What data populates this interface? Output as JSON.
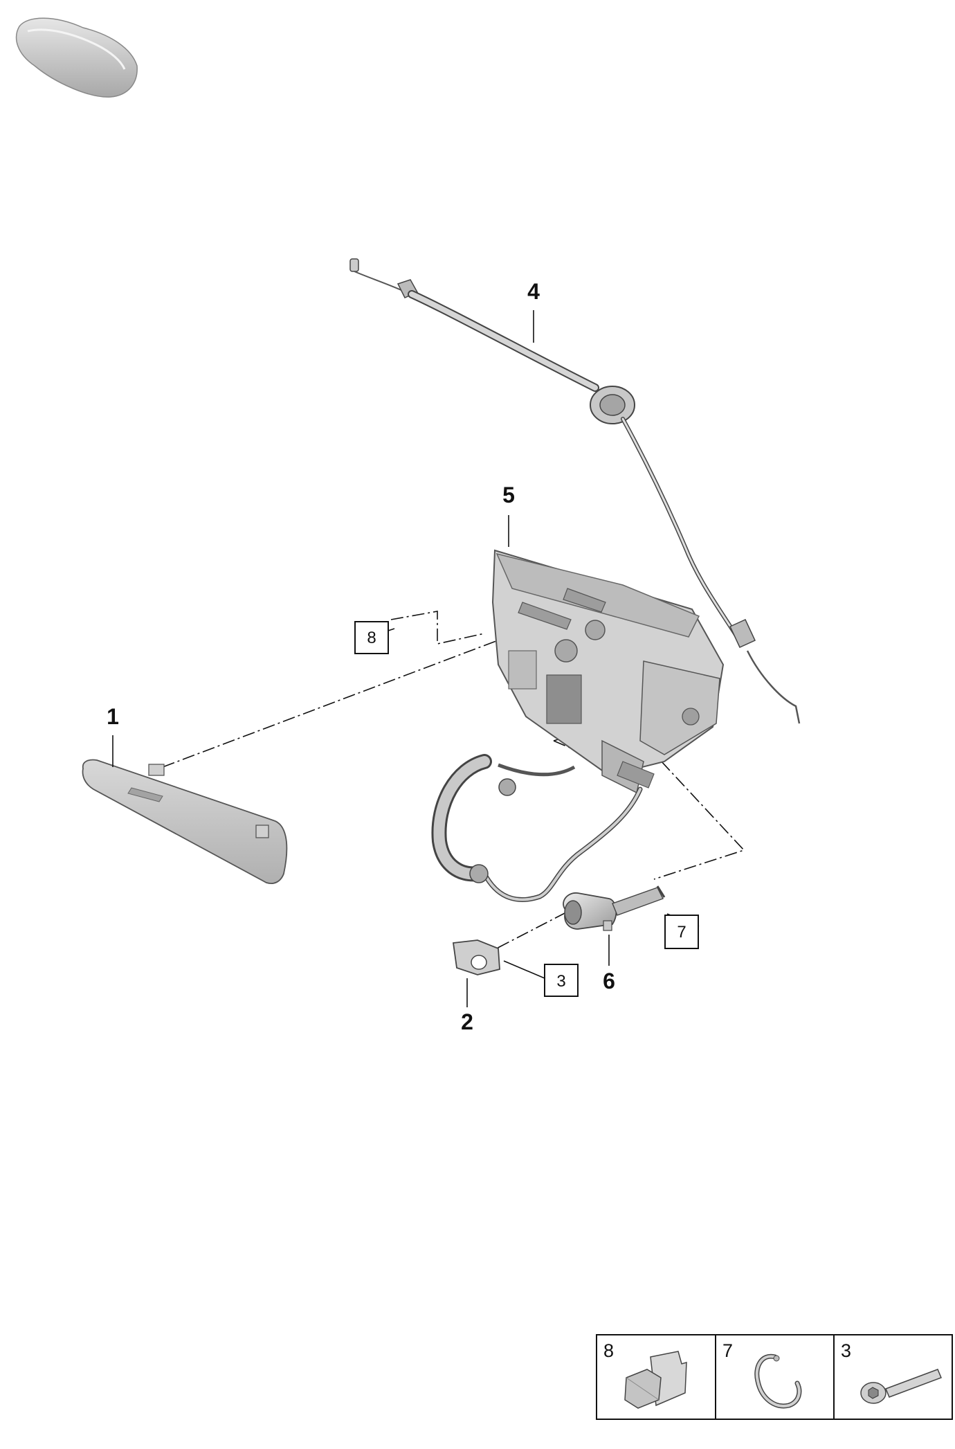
{
  "callouts": {
    "part1": "1",
    "part2": "2",
    "part4": "4",
    "part5": "5",
    "part6": "6"
  },
  "boxed_refs": {
    "ref8": "8",
    "ref7": "7",
    "ref3": "3"
  },
  "legend": {
    "items": [
      {
        "number": "8",
        "icon": "bolt-icon"
      },
      {
        "number": "7",
        "icon": "circlip-icon"
      },
      {
        "number": "3",
        "icon": "screw-icon"
      }
    ]
  },
  "colors": {
    "line": "#111111",
    "part_fill": "#cfcfcf",
    "part_shade": "#9a9a9a",
    "background": "#ffffff"
  }
}
